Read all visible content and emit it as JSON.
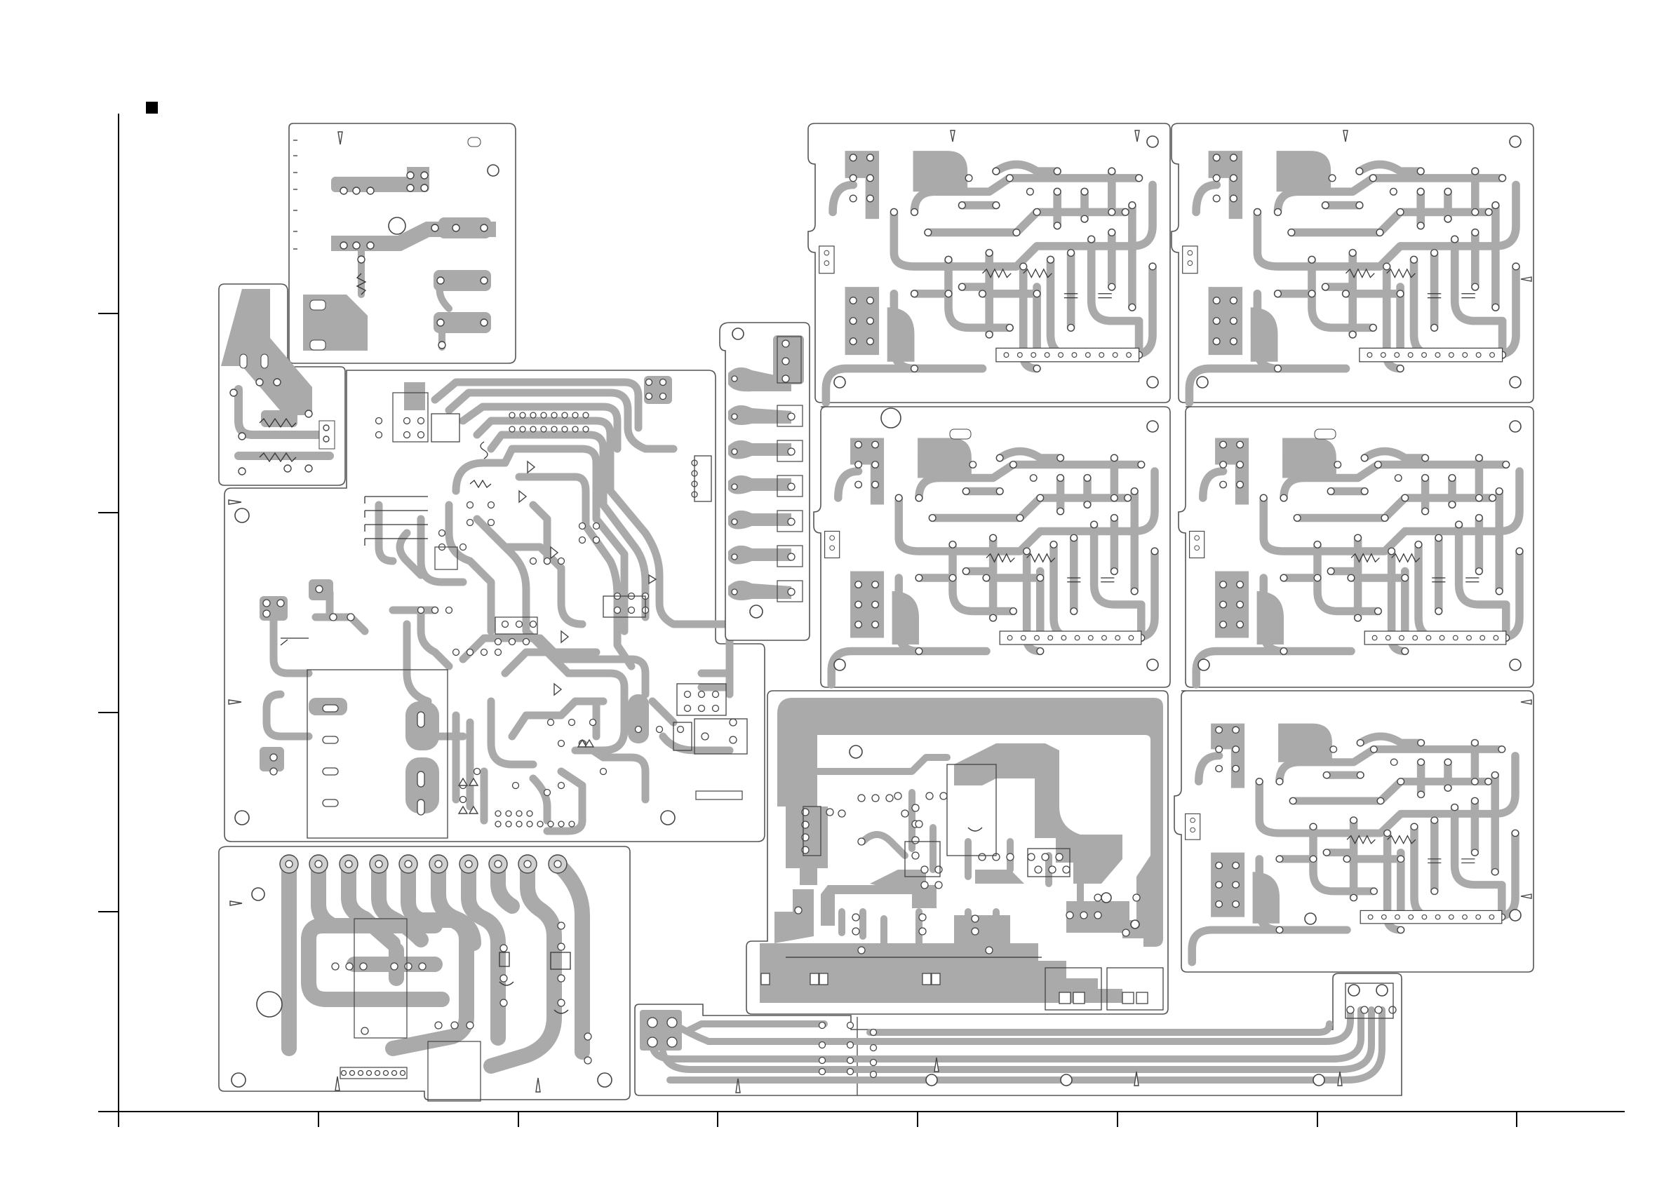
{
  "colors": {
    "background": "#ffffff",
    "copper": "#aaaaaa",
    "pad_fill": "#cfcfcf",
    "outline": "#555555",
    "axis": "#000000",
    "marker": "#000000"
  },
  "legend_marker": "square-bullet",
  "boards": [
    {
      "id": "board-top-connector",
      "kind": "single-sided"
    },
    {
      "id": "board-small-resistor",
      "kind": "single-sided"
    },
    {
      "id": "board-main-power",
      "kind": "single-sided"
    },
    {
      "id": "board-terminal-bottom-left",
      "kind": "single-sided"
    },
    {
      "id": "board-jack-strip",
      "kind": "single-sided"
    },
    {
      "id": "board-amp-1",
      "kind": "single-sided"
    },
    {
      "id": "board-amp-2",
      "kind": "single-sided"
    },
    {
      "id": "board-amp-3",
      "kind": "single-sided"
    },
    {
      "id": "board-amp-4",
      "kind": "single-sided"
    },
    {
      "id": "board-amp-5",
      "kind": "single-sided"
    },
    {
      "id": "board-center-power",
      "kind": "single-sided"
    },
    {
      "id": "board-bottom-bus",
      "kind": "single-sided"
    }
  ],
  "grid": {
    "columns": 8,
    "rows": 5
  }
}
